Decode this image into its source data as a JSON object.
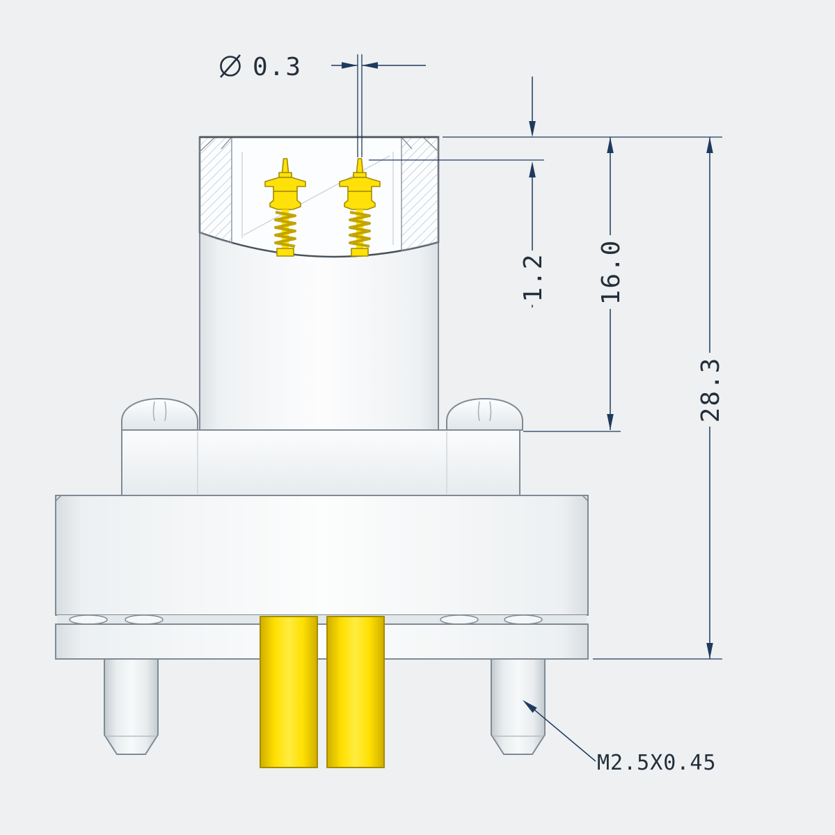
{
  "drawing": {
    "title": "Connector cross-section technical drawing",
    "background": "#eef0f2",
    "dimensions": {
      "pin_diameter": {
        "symbol": "⌀",
        "value": "0.3"
      },
      "pin_protrusion": "1.2",
      "barrel_height": "16.0",
      "overall_height": "28.3",
      "thread_callout": "M2.5X0.45"
    },
    "colors": {
      "annotation_line": "#1e3a5c",
      "annotation_text": "#232f3b",
      "part_outline": "#7f8a94",
      "section_outline": "#49525a",
      "contact_yellow": "#ffe10a",
      "contact_outline": "#a38b00",
      "hatch_line": "#9fb0bd"
    }
  }
}
